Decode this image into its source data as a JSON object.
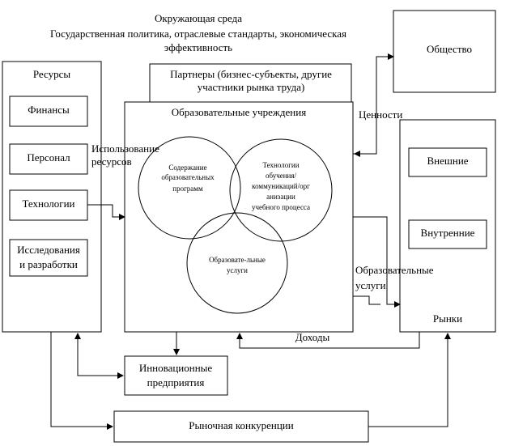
{
  "environment": {
    "title": "Окружающая среда",
    "line1": "Государственная политика, отраслевые стандарты, экономическая",
    "line2": "эффективность"
  },
  "resources": {
    "title": "Ресурсы",
    "items": [
      "Финансы",
      "Персонал",
      "Технологии"
    ],
    "research_line1": "Исследования",
    "research_line2": "и разработки"
  },
  "partners": {
    "line1": "Партнеры (бизнес-субъекты, другие",
    "line2": "участники рынка труда)"
  },
  "institutions": {
    "title": "Образовательные учреждения",
    "content": [
      "Содержание",
      "образовательных",
      "программ"
    ],
    "technology": [
      "Технологии",
      "обучения/",
      "коммуникаций/орг",
      "анизации",
      "учебного процесса"
    ],
    "services": [
      "Образовате-льные",
      "услуги"
    ]
  },
  "society": {
    "title": "Общество"
  },
  "markets": {
    "title": "Рынки",
    "external": "Внешние",
    "internal": "Внутренние"
  },
  "flows": {
    "resource_use_line1": "Использование",
    "resource_use_line2": "ресурсов",
    "values": "Ценности",
    "edu_services_line1": "Образовательные",
    "edu_services_line2": "услуги",
    "income": "Доходы"
  },
  "innovation": {
    "line1": "Инновационные",
    "line2": "предприятия"
  },
  "competition": {
    "title": "Рыночная конкуренции"
  }
}
